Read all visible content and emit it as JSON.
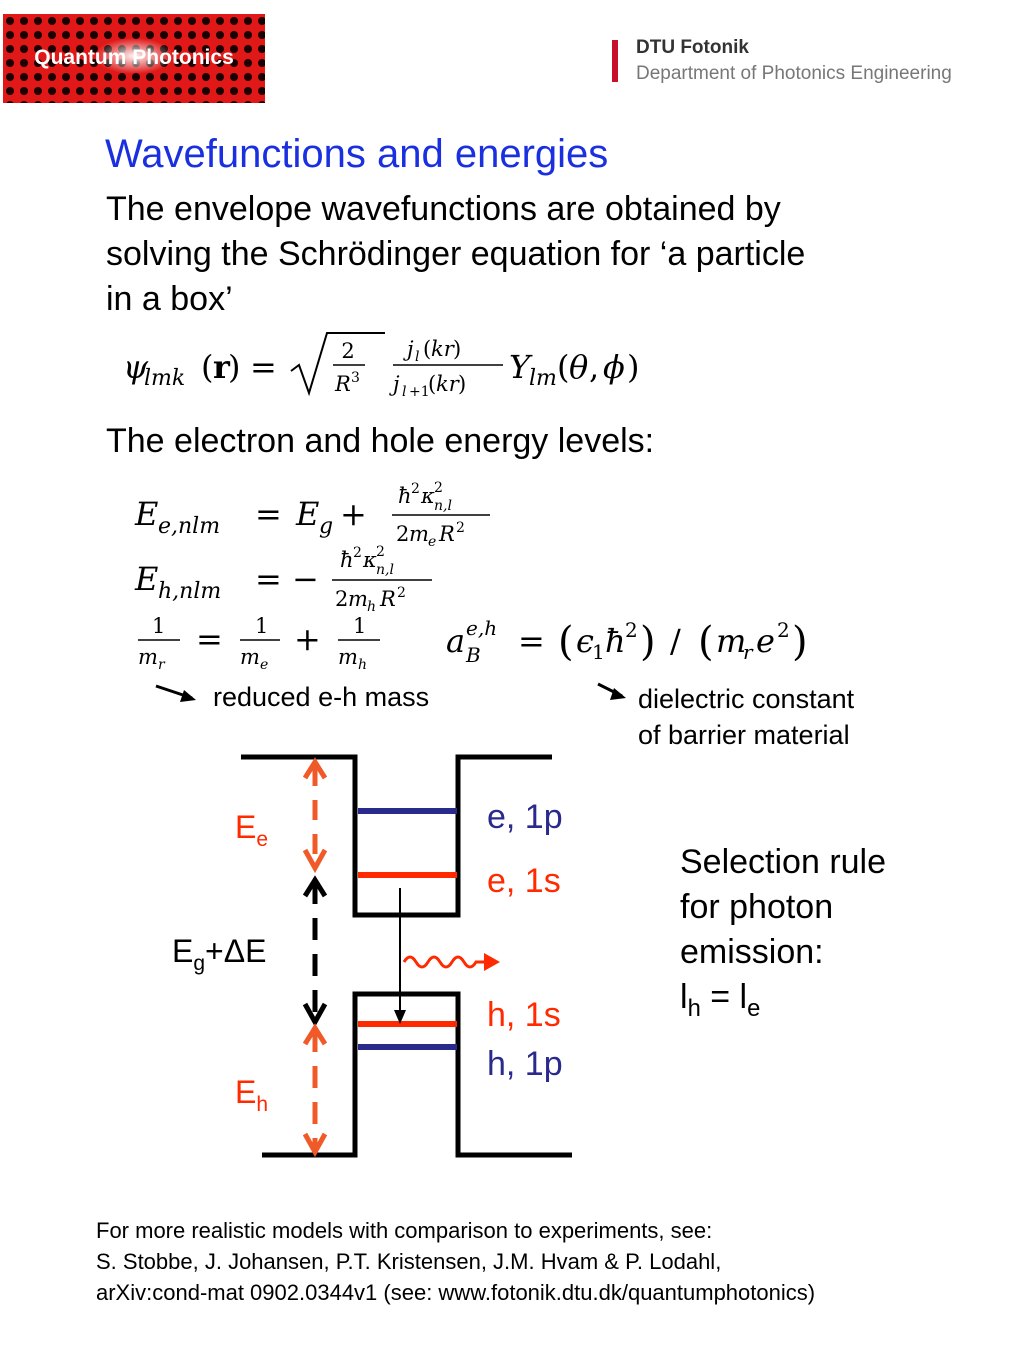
{
  "logo_left": {
    "text": "Quantum Photonics"
  },
  "logo_right": {
    "title": "DTU Fotonik",
    "subtitle": "Department of Photonics Engineering"
  },
  "title": "Wavefunctions and energies",
  "intro": {
    "line1": "The envelope wavefunctions are obtained by",
    "line2": "solving the Schrödinger equation for ‘a particle",
    "line3": "in a box’"
  },
  "energy_heading": "The electron and hole energy levels:",
  "notes": {
    "reduced_mass": "reduced e-h mass",
    "dielectric_line1": "dielectric constant",
    "dielectric_line2": "of barrier material"
  },
  "diagram": {
    "labels": {
      "e1p": "e, 1p",
      "e1s": "e, 1s",
      "h1s": "h, 1s",
      "h1p": "h, 1p",
      "Ee_main": "E",
      "Ee_sub": "e",
      "Eh_main": "E",
      "Eh_sub": "h",
      "Eg_main": "E",
      "Eg_sub": "g",
      "Eg_rest": "+ΔE"
    },
    "colors": {
      "red": "#ff2a00",
      "blue": "#2a2a8c",
      "black": "#000000",
      "dashed_red": "#f05a28"
    }
  },
  "selection_rule": {
    "line1": "Selection rule",
    "line2": "for photon",
    "line3": "emission:",
    "eq_l1": "l",
    "eq_sub1": "h",
    "eq_mid": " = l",
    "eq_sub2": "e"
  },
  "footer": {
    "line1": "For more realistic models with comparison to experiments, see:",
    "line2": "S. Stobbe, J. Johansen, P.T. Kristensen, J.M. Hvam & P. Lodahl,",
    "line3": "arXiv:cond-mat 0902.0344v1 (see: www.fotonik.dtu.dk/quantumphotonics)"
  }
}
